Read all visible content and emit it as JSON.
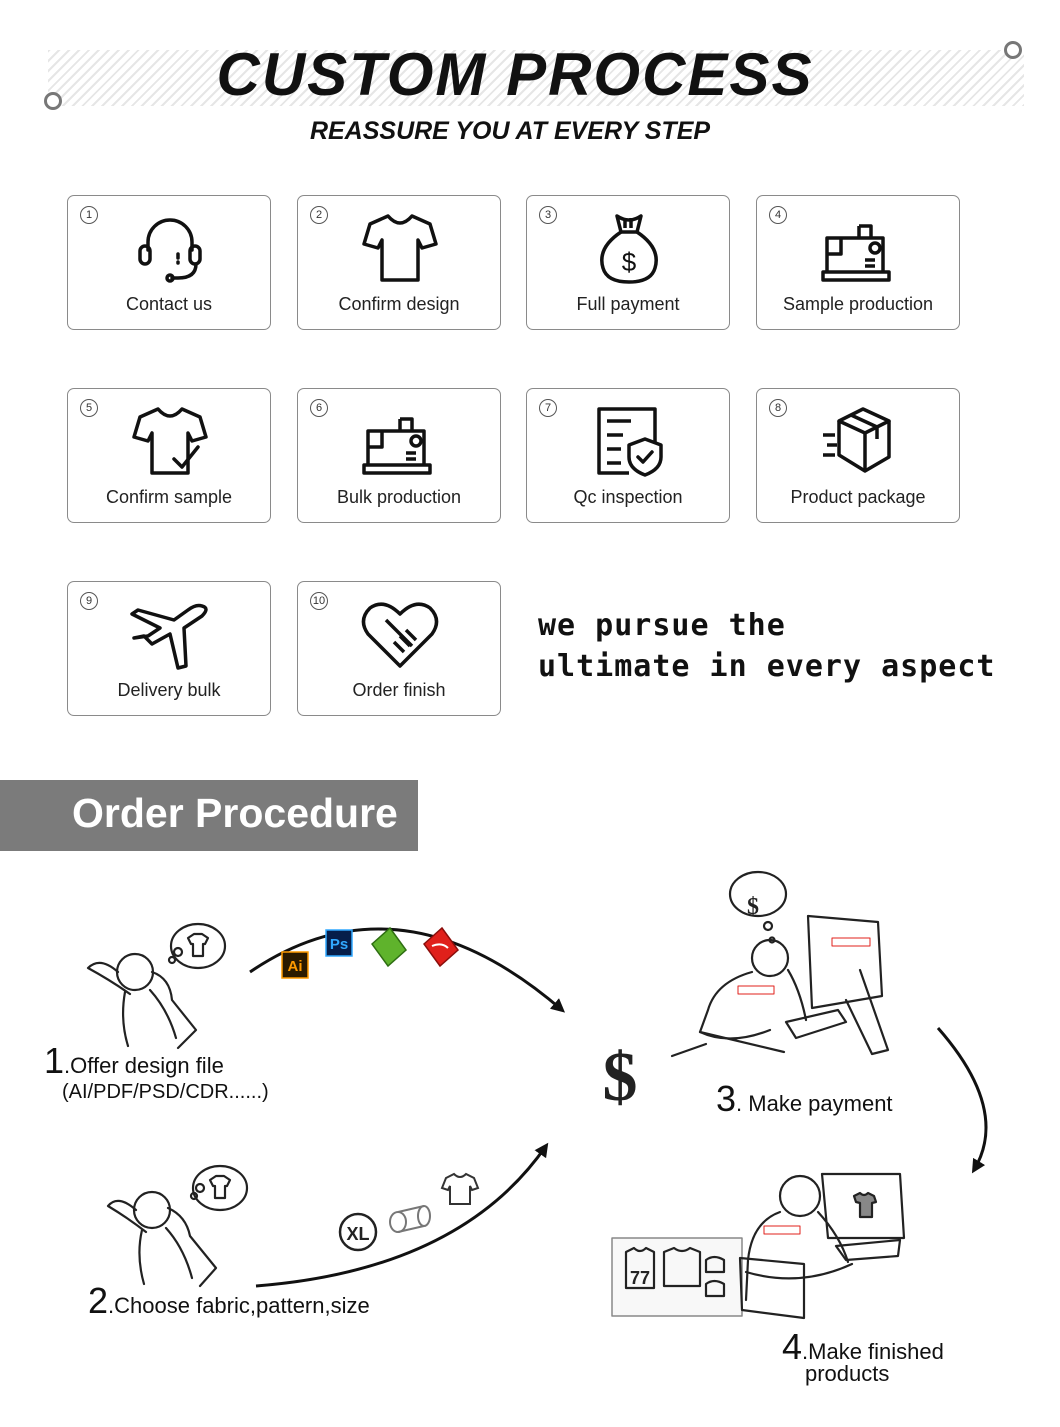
{
  "header": {
    "title": "CUSTOM PROCESS",
    "subtitle": "REASSURE YOU AT EVERY STEP"
  },
  "steps": [
    {
      "num": "1",
      "label": "Contact us",
      "icon": "headset-icon"
    },
    {
      "num": "2",
      "label": "Confirm design",
      "icon": "tshirt-icon"
    },
    {
      "num": "3",
      "label": "Full payment",
      "icon": "money-bag-icon"
    },
    {
      "num": "4",
      "label": "Sample production",
      "icon": "sewing-machine-icon"
    },
    {
      "num": "5",
      "label": "Confirm sample",
      "icon": "tshirt-check-icon"
    },
    {
      "num": "6",
      "label": "Bulk production",
      "icon": "sewing-machine-icon"
    },
    {
      "num": "7",
      "label": "Qc inspection",
      "icon": "document-shield-icon"
    },
    {
      "num": "8",
      "label": "Product package",
      "icon": "package-box-icon"
    },
    {
      "num": "9",
      "label": "Delivery bulk",
      "icon": "airplane-icon"
    },
    {
      "num": "10",
      "label": "Order finish",
      "icon": "handshake-heart-icon"
    }
  ],
  "tagline": {
    "line1": "we pursue the",
    "line2": "ultimate in every aspect"
  },
  "order": {
    "banner": "Order Procedure",
    "dollar": "$",
    "p1": {
      "num": "1",
      "text": ".Offer design file",
      "sub": "(AI/PDF/PSD/CDR......)"
    },
    "p2": {
      "num": "2",
      "text": ".Choose fabric,pattern,size"
    },
    "p3": {
      "num": "3",
      "text": ". Make payment"
    },
    "p4": {
      "num": "4",
      "text1": ".Make finished",
      "text2": "products"
    },
    "file_badges": {
      "ai": "Ai",
      "ps": "Ps"
    },
    "xl": "XL",
    "jersey": "77"
  },
  "colors": {
    "banner_bg": "#7b7b7b",
    "ai_bg": "#2b1a00",
    "ai_fg": "#ff9a00",
    "ps_bg": "#061e4a",
    "ps_fg": "#31a8ff",
    "cdr_green": "#5fb32c",
    "pdf_red": "#e0201b"
  }
}
